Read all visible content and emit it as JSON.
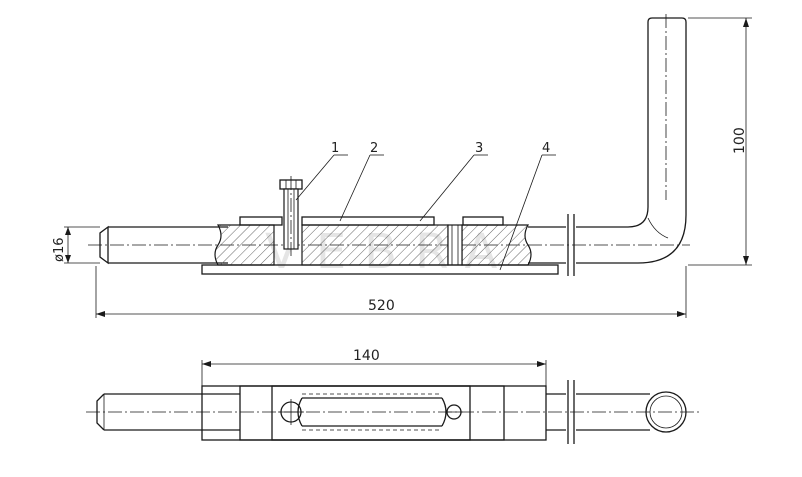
{
  "drawing": {
    "part_labels": [
      "1",
      "2",
      "3",
      "4"
    ],
    "dimensions": {
      "diameter": "ø16",
      "overall_length": "520",
      "height": "100",
      "plate_length": "140"
    },
    "watermark": "VEBRA",
    "colors": {
      "line": "#1a1a1a",
      "hatch": "#555555",
      "background": "#ffffff"
    }
  }
}
